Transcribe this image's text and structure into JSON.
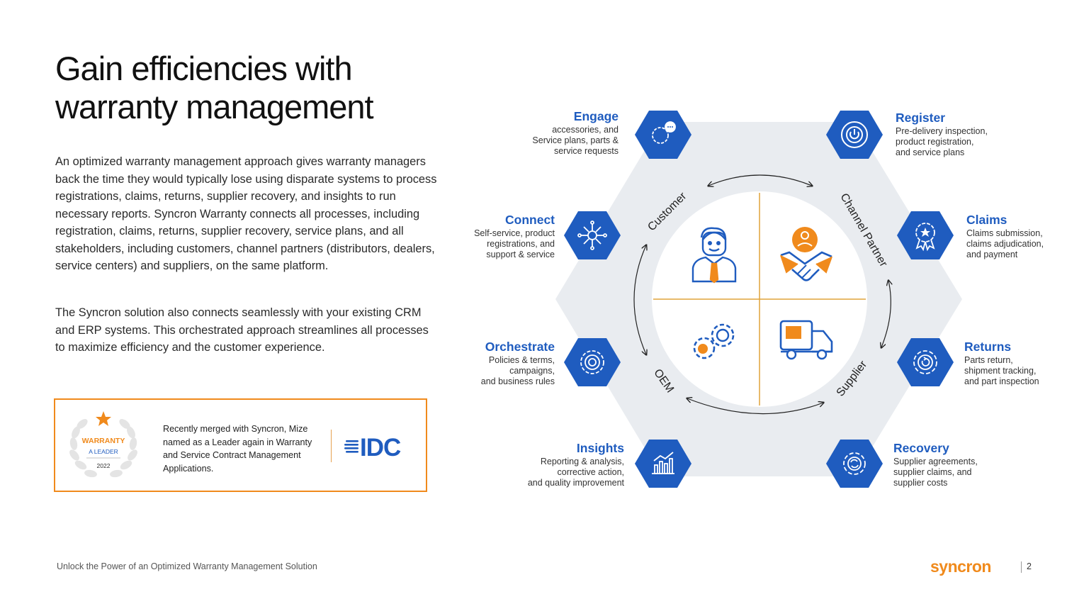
{
  "title": {
    "line1": "Gain efficiencies with",
    "line2": "warranty management"
  },
  "body": {
    "p1": "An optimized warranty management approach gives warranty managers back the time they would typically lose using disparate systems to process registrations, claims, returns, supplier recovery, and insights to run necessary reports. Syncron Warranty connects all processes, including registration, claims, returns, supplier recovery, service plans, and all stakeholders, including customers, channel partners (distributors, dealers, service centers) and suppliers, on the same platform.",
    "p2": "The Syncron solution also connects seamlessly with your existing CRM and ERP systems. This orchestrated approach streamlines all processes to maximize efficiency and the customer experience."
  },
  "award": {
    "badge_title": "WARRANTY",
    "badge_sub": "A LEADER",
    "badge_year": "2022",
    "text": "Recently merged with Syncron, Mize named as a Leader again in Warranty and Service Contract Management Applications.",
    "logo": "IDC"
  },
  "footer": {
    "text": "Unlock the Power of an Optimized Warranty Management Solution",
    "brand": "syncron",
    "page": "2"
  },
  "diagram": {
    "stakeholders": {
      "customer": "Customer",
      "channel": "Channel Partner",
      "supplier": "Supplier",
      "oem": "OEM"
    },
    "steps": {
      "engage": {
        "title": "Engage",
        "l1": "accessories, and",
        "l2": "Service plans, parts &",
        "l3": "service requests",
        "icon": "chat-bubbles-icon"
      },
      "register": {
        "title": "Register",
        "l1": "Pre-delivery inspection,",
        "l2": "product registration,",
        "l3": "and service plans",
        "icon": "power-icon"
      },
      "connect": {
        "title": "Connect",
        "l1": "Self-service, product",
        "l2": "registrations, and",
        "l3": "support & service",
        "icon": "network-hub-icon"
      },
      "claims": {
        "title": "Claims",
        "l1": "Claims submission,",
        "l2": "claims adjudication,",
        "l3": "and payment",
        "icon": "award-ribbon-icon"
      },
      "orchestrate": {
        "title": "Orchestrate",
        "l1": "Policies & terms,",
        "l2": "campaigns,",
        "l3": "and business rules",
        "icon": "target-icon"
      },
      "returns": {
        "title": "Returns",
        "l1": "Parts return,",
        "l2": "shipment tracking,",
        "l3": "and part inspection",
        "icon": "return-gear-icon"
      },
      "insights": {
        "title": "Insights",
        "l1": "Reporting & analysis,",
        "l2": "corrective action,",
        "l3": "and quality improvement",
        "icon": "bar-chart-icon"
      },
      "recovery": {
        "title": "Recovery",
        "l1": "Supplier agreements,",
        "l2": "supplier claims, and",
        "l3": "supplier costs",
        "icon": "recovery-gear-icon"
      }
    }
  },
  "colors": {
    "accent_blue": "#1f5cbf",
    "accent_orange": "#f08a1c",
    "hexagon_gray": "#e9ecf0",
    "divider_gold": "#e0a33a"
  }
}
